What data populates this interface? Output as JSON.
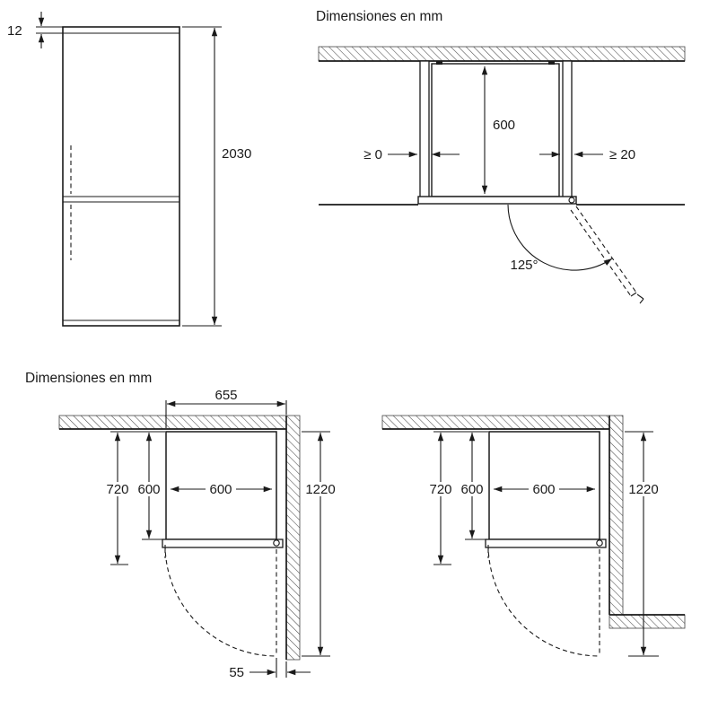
{
  "front_view": {
    "top_gap": "12",
    "height": "2030"
  },
  "niche_view": {
    "title": "Dimensiones en mm",
    "depth": "600",
    "left_clearance": "≥ 0",
    "right_clearance": "≥ 20",
    "door_angle": "125°"
  },
  "plan_section": {
    "title": "Dimensiones en mm"
  },
  "plan_left": {
    "niche_width": "655",
    "depth_with_door": "720",
    "depth": "600",
    "width": "600",
    "swing_clearance": "1220",
    "hinge_offset": "55"
  },
  "plan_right": {
    "depth_with_door": "720",
    "depth": "600",
    "width": "600",
    "swing_clearance": "1220"
  }
}
